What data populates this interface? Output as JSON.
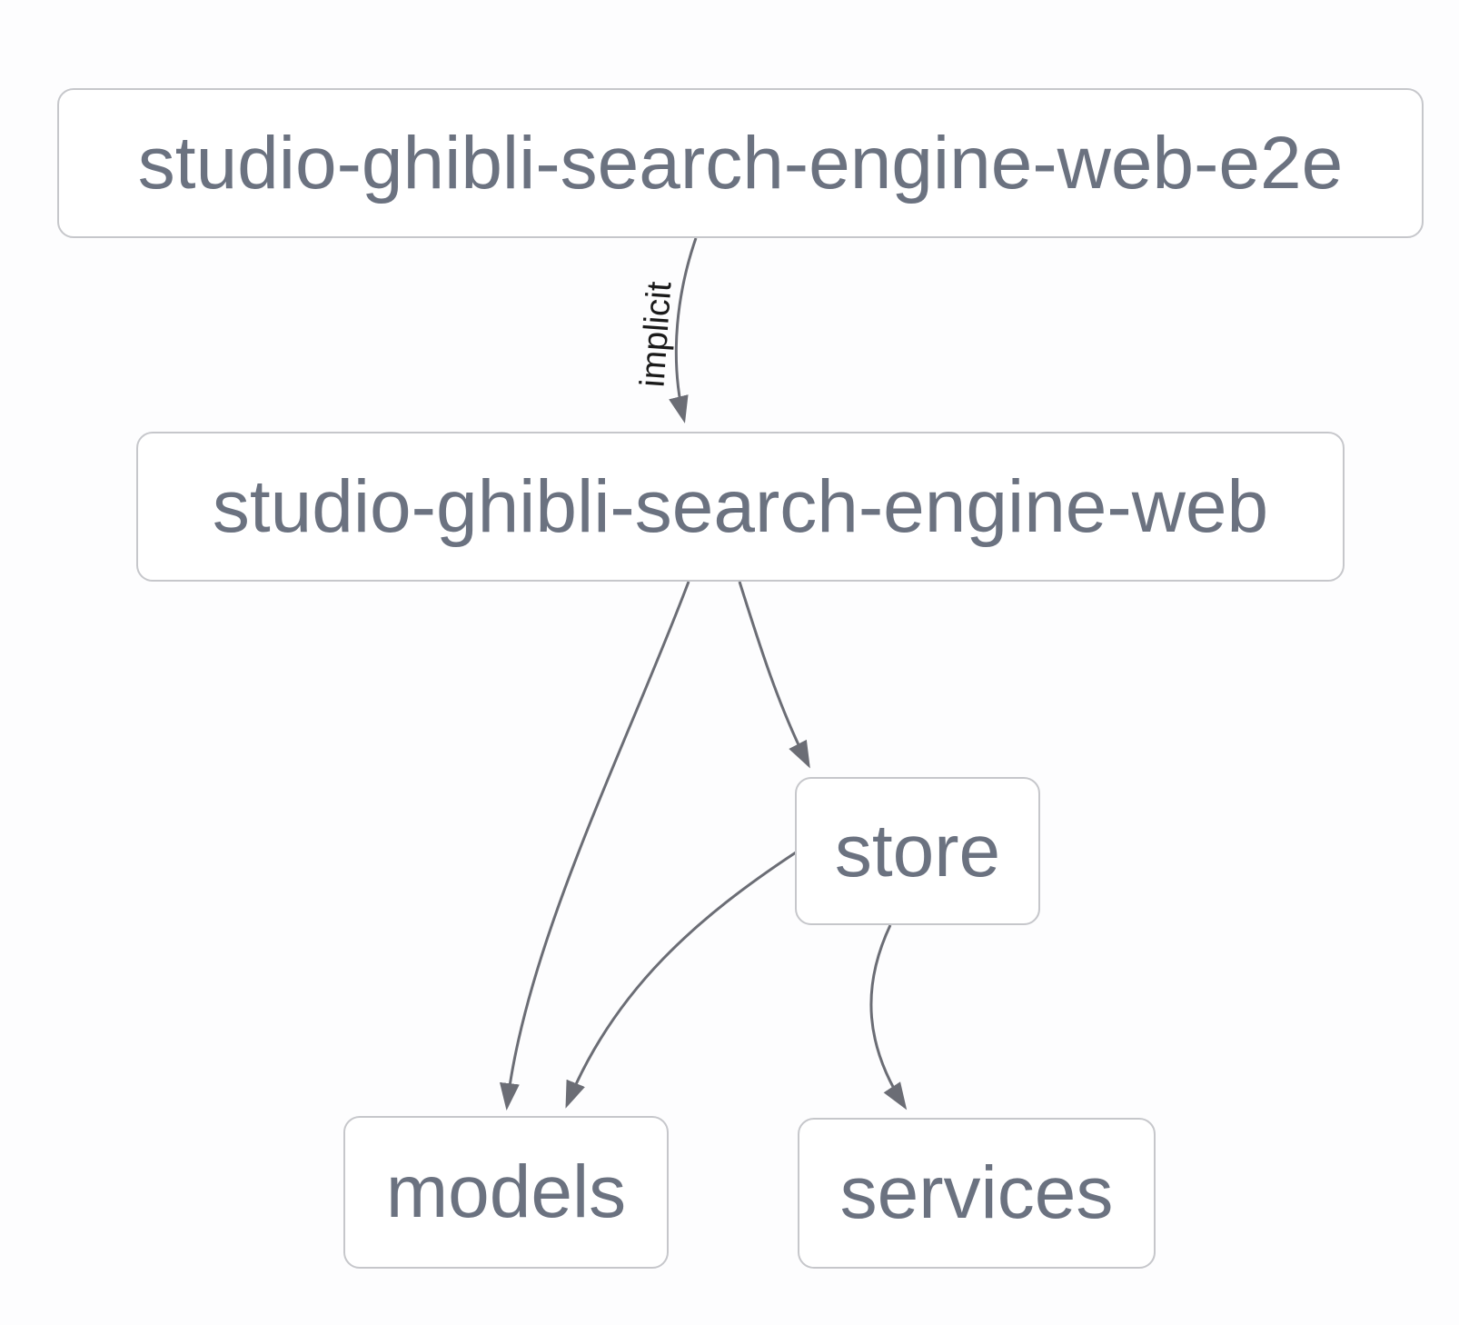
{
  "diagram": {
    "type": "dependency-graph",
    "nodes": [
      {
        "id": "studio-ghibli-search-engine-web-e2e",
        "label": "studio-ghibli-search-engine-web-e2e"
      },
      {
        "id": "studio-ghibli-search-engine-web",
        "label": "studio-ghibli-search-engine-web"
      },
      {
        "id": "store",
        "label": "store"
      },
      {
        "id": "models",
        "label": "models"
      },
      {
        "id": "services",
        "label": "services"
      }
    ],
    "edges": [
      {
        "source": "studio-ghibli-search-engine-web-e2e",
        "target": "studio-ghibli-search-engine-web",
        "label": "implicit"
      },
      {
        "source": "studio-ghibli-search-engine-web",
        "target": "store",
        "label": ""
      },
      {
        "source": "studio-ghibli-search-engine-web",
        "target": "models",
        "label": ""
      },
      {
        "source": "store",
        "target": "models",
        "label": ""
      },
      {
        "source": "store",
        "target": "services",
        "label": ""
      }
    ],
    "colors": {
      "background": "#fdfdfe",
      "node_background": "#ffffff",
      "node_border": "#c6c7cb",
      "node_text": "#6b7280",
      "edge_stroke": "#6b6d75",
      "edge_label_text": "#1a1a1a"
    }
  }
}
